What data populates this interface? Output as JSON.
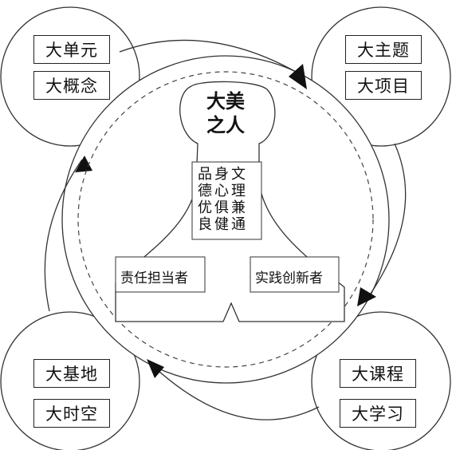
{
  "corners": {
    "top_left": [
      "大单元",
      "大概念"
    ],
    "top_right": [
      "大主题",
      "大项目"
    ],
    "bottom_left": [
      "大基地",
      "大时空"
    ],
    "bottom_right": [
      "大课程",
      "大学习"
    ]
  },
  "center": {
    "title_line1": "大美",
    "title_line2": "之人",
    "quality_rows": [
      "品身文",
      "德心理",
      "优俱兼",
      "良健通"
    ],
    "left_role": "责任担当者",
    "right_role": "实践创新者"
  }
}
